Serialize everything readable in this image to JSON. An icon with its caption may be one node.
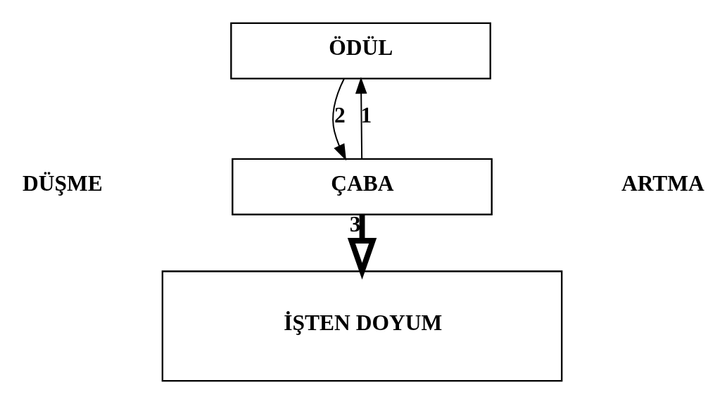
{
  "diagram": {
    "nodes": [
      {
        "text": [
          "ÖDÜL"
        ]
      },
      {
        "text": [
          "ÇABA"
        ]
      },
      {
        "text": [
          "İŞTEN DOYUM"
        ]
      }
    ],
    "edges": [
      {
        "from": 1,
        "to": 0,
        "arrow": "to",
        "label": "1"
      },
      {
        "from": 0,
        "to": 1,
        "arrow": "to",
        "label": "2"
      },
      {
        "from": 1,
        "to": 2,
        "arrow": "to",
        "label": "3",
        "style": "thick"
      }
    ],
    "labels": [
      "DÜŞME",
      "ARTMA"
    ]
  }
}
